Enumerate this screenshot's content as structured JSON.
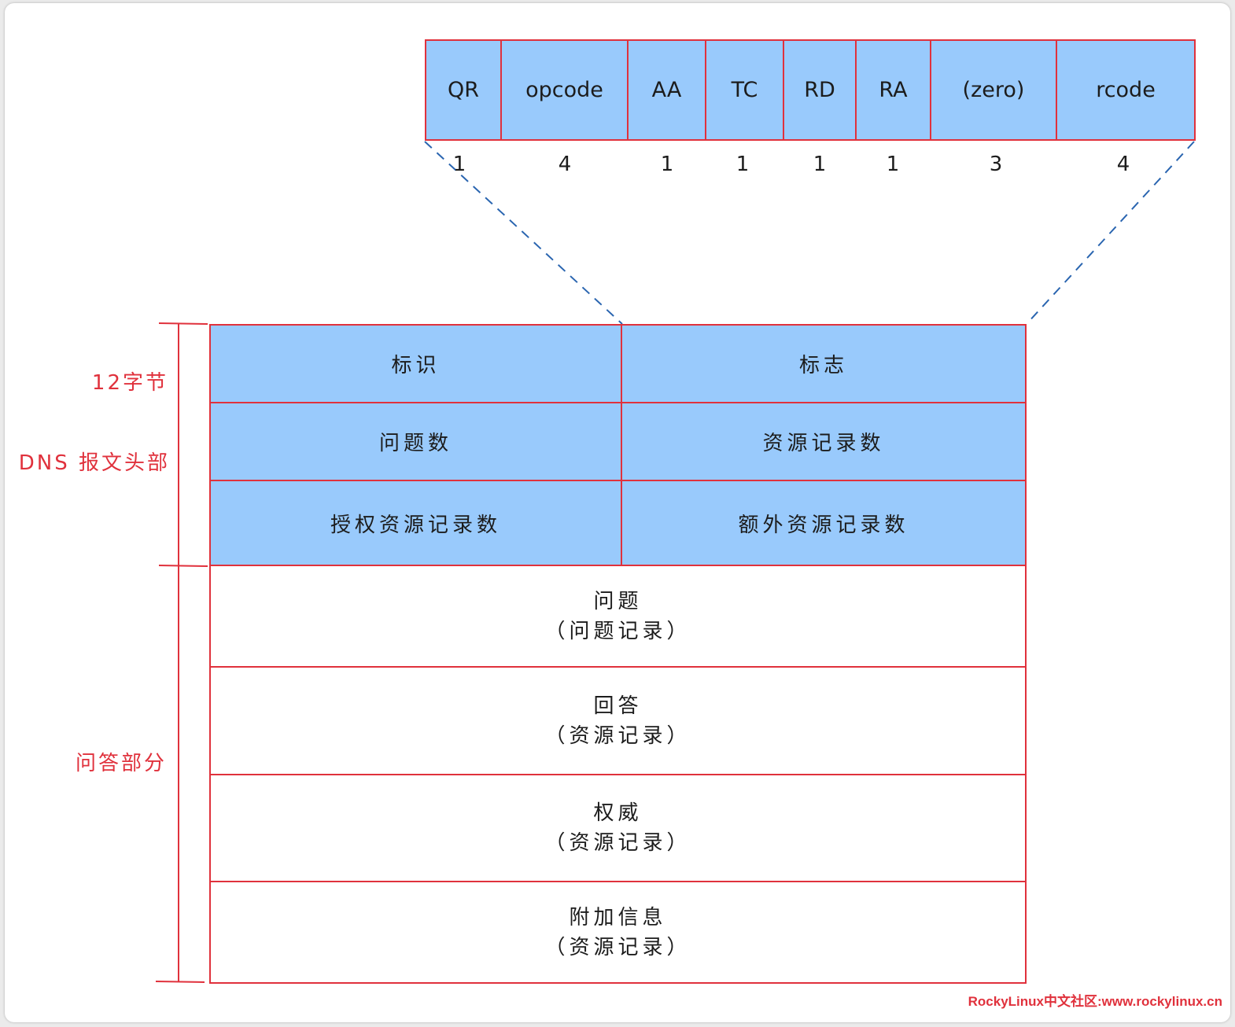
{
  "flags_fields": [
    {
      "name": "QR",
      "bits": "1"
    },
    {
      "name": "opcode",
      "bits": "4"
    },
    {
      "name": "AA",
      "bits": "1"
    },
    {
      "name": "TC",
      "bits": "1"
    },
    {
      "name": "RD",
      "bits": "1"
    },
    {
      "name": "RA",
      "bits": "1"
    },
    {
      "name": "(zero)",
      "bits": "3"
    },
    {
      "name": "rcode",
      "bits": "4"
    }
  ],
  "header": {
    "row1": {
      "left": "标识",
      "right": "标志"
    },
    "row2": {
      "left": "问题数",
      "right": "资源记录数"
    },
    "row3": {
      "left": "授权资源记录数",
      "right": "额外资源记录数"
    }
  },
  "sections": [
    {
      "title": "问题",
      "subtitle": "（问题记录）"
    },
    {
      "title": "回答",
      "subtitle": "（资源记录）"
    },
    {
      "title": "权威",
      "subtitle": "（资源记录）"
    },
    {
      "title": "附加信息",
      "subtitle": "（资源记录）"
    }
  ],
  "side_labels": {
    "header_size": "12字节",
    "header_name": "DNS 报文头部",
    "qa_part": "问答部分"
  },
  "watermark": "RockyLinux中文社区:www.rockylinux.cn",
  "colors": {
    "cell_fill": "#99cafc",
    "border_red": "#e0313c",
    "dashed_blue": "#2a65b0"
  }
}
